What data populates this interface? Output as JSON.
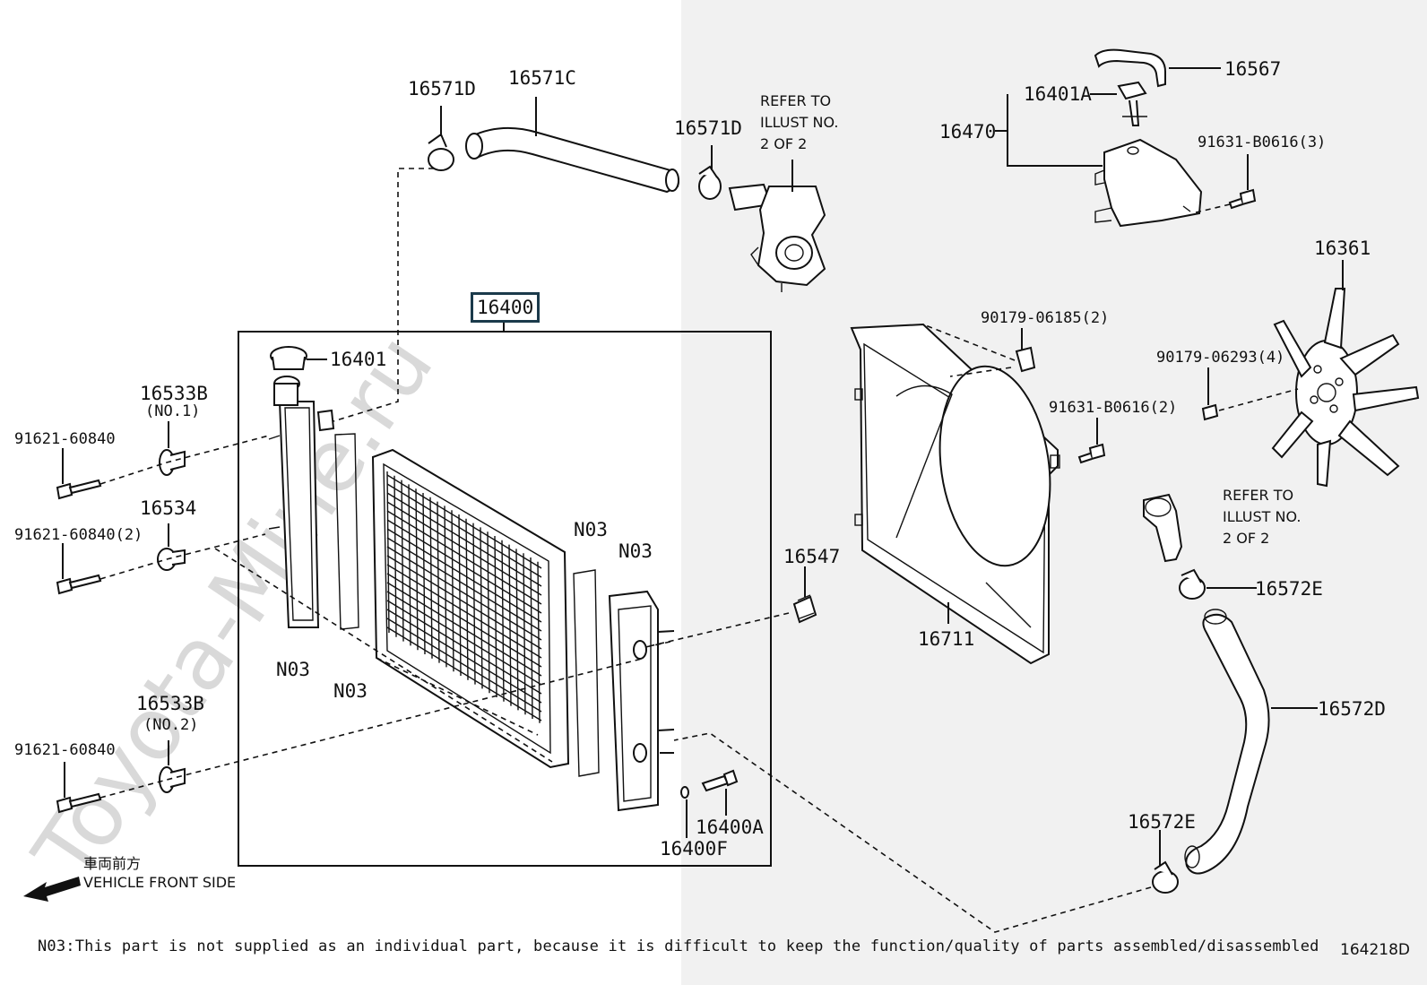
{
  "diagram": {
    "main_assembly": "16400",
    "callouts": [
      {
        "id": "c-16571D-a",
        "text": "16571D"
      },
      {
        "id": "c-16571C",
        "text": "16571C"
      },
      {
        "id": "c-16571D-b",
        "text": "16571D"
      },
      {
        "id": "c-16567",
        "text": "16567"
      },
      {
        "id": "c-16401A",
        "text": "16401A"
      },
      {
        "id": "c-16470",
        "text": "16470"
      },
      {
        "id": "c-91631-B0616-3",
        "text": "91631-B0616(3)"
      },
      {
        "id": "c-16401",
        "text": "16401"
      },
      {
        "id": "c-16533B-1",
        "text": "16533B"
      },
      {
        "id": "c-no1",
        "text": "(NO.1)"
      },
      {
        "id": "c-91621-60840-a",
        "text": "91621-60840"
      },
      {
        "id": "c-16534",
        "text": "16534"
      },
      {
        "id": "c-91621-60840-2",
        "text": "91621-60840(2)"
      },
      {
        "id": "c-n03-a",
        "text": "N03"
      },
      {
        "id": "c-n03-b",
        "text": "N03"
      },
      {
        "id": "c-n03-c",
        "text": "N03"
      },
      {
        "id": "c-n03-d",
        "text": "N03"
      },
      {
        "id": "c-16533B-2",
        "text": "16533B"
      },
      {
        "id": "c-no2",
        "text": "(NO.2)"
      },
      {
        "id": "c-91621-60840-b",
        "text": "91621-60840"
      },
      {
        "id": "c-16547",
        "text": "16547"
      },
      {
        "id": "c-16400A",
        "text": "16400A"
      },
      {
        "id": "c-16400F",
        "text": "16400F"
      },
      {
        "id": "c-90179-06185",
        "text": "90179-06185(2)"
      },
      {
        "id": "c-91631-B0616-2",
        "text": "91631-B0616(2)"
      },
      {
        "id": "c-16711",
        "text": "16711"
      },
      {
        "id": "c-16361",
        "text": "16361"
      },
      {
        "id": "c-90179-06293",
        "text": "90179-06293(4)"
      },
      {
        "id": "c-16572E-a",
        "text": "16572E"
      },
      {
        "id": "c-16572D",
        "text": "16572D"
      },
      {
        "id": "c-16572E-b",
        "text": "16572E"
      }
    ],
    "refer_notes": [
      {
        "line1": "REFER TO",
        "line2": "ILLUST NO.",
        "line3": "2 OF 2"
      },
      {
        "line1": "REFER TO",
        "line2": "ILLUST NO.",
        "line3": "2 OF 2"
      }
    ],
    "front_label_jp": "車両前方",
    "front_label_en": "VEHICLE FRONT SIDE",
    "footnote": "N03:This part is not supplied as an individual part, because it is difficult to keep the function/quality of parts assembled/disassembled",
    "figure_code": "164218D",
    "watermark": "Toyota-Mine.ru"
  }
}
